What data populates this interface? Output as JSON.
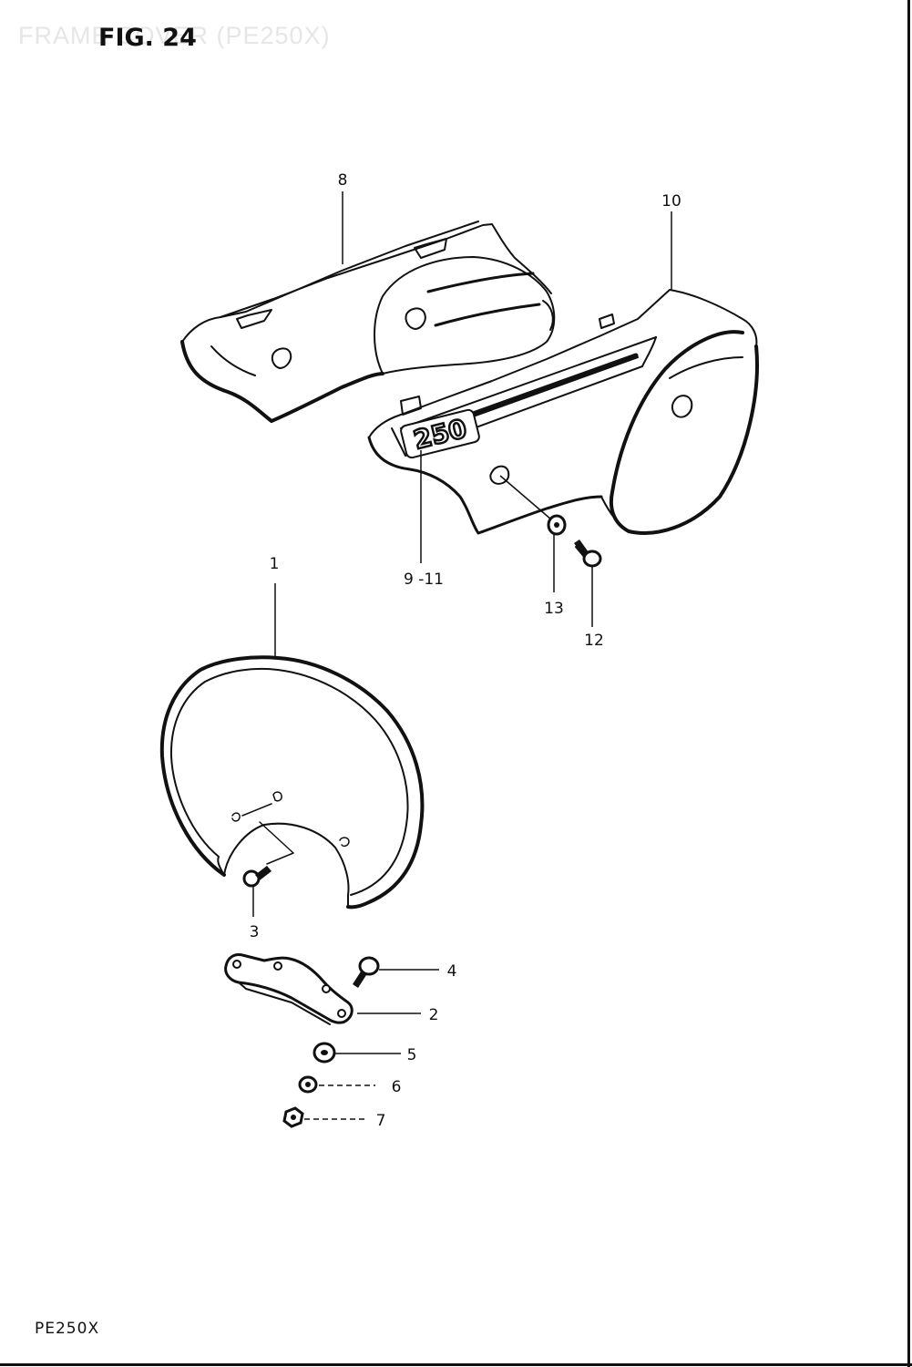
{
  "header": {
    "watermark": "FRAME COVER (PE250X)",
    "figure_label": "FIG. 24"
  },
  "footer": {
    "model": "PE250X"
  },
  "callouts": {
    "c1": "1",
    "c2": "2",
    "c3": "3",
    "c4": "4",
    "c5": "5",
    "c6": "6",
    "c7": "7",
    "c8": "8",
    "c9_11": "9 -11",
    "c10": "10",
    "c12": "12",
    "c13": "13"
  },
  "emblem_text": "250"
}
